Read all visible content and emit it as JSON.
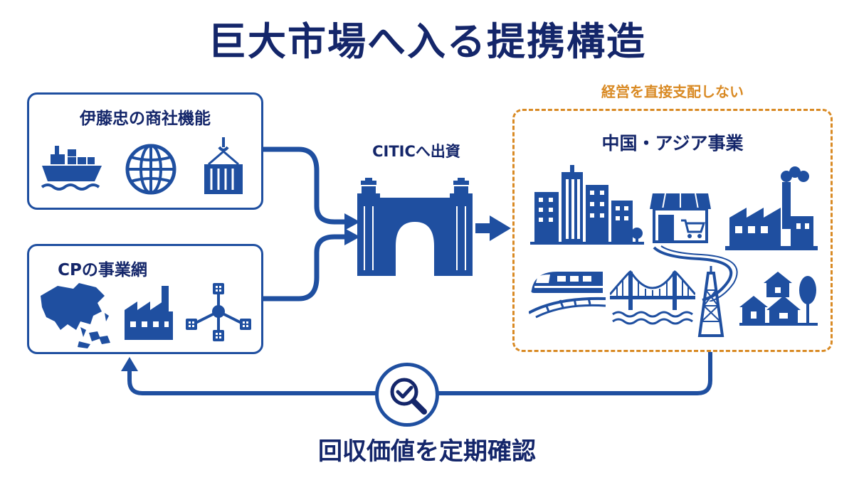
{
  "title": "巨大市場へ入る提携構造",
  "itochu_box": {
    "title": "伊藤忠の商社機能"
  },
  "cp_box": {
    "title": "CPの事業網"
  },
  "citic_label": "CITICへ出資",
  "asia_box": {
    "note": "経営を直接支配しない",
    "title": "中国・アジア事業"
  },
  "bottom_label": "回収価値を定期確認",
  "colors": {
    "navy": "#14266a",
    "blue": "#1f4fa0",
    "orange": "#d98a24"
  },
  "icons": {
    "itochu": [
      "ship-icon",
      "globe-icon",
      "container-crane-icon"
    ],
    "cp": [
      "asia-map-icon",
      "factory-icon",
      "network-icon"
    ],
    "asia": [
      "city-buildings-icon",
      "shop-icon",
      "factory-icon",
      "train-icon",
      "bridge-icon",
      "tower-icon",
      "houses-icon"
    ],
    "center": "gate-icon",
    "bottom": "magnifier-check-icon"
  }
}
